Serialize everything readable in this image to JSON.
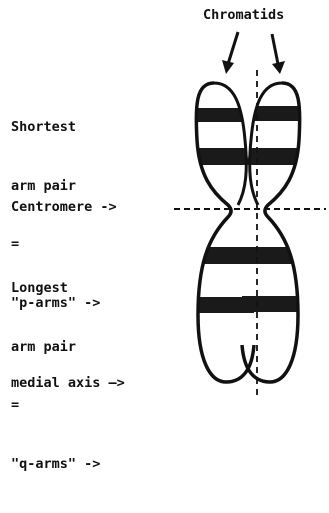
{
  "labels": {
    "chromatids": "Chromatids",
    "p_arms": [
      "Shortest",
      "arm pair",
      "=",
      "\"p-arms\" ->"
    ],
    "centromere": "Centromere ->",
    "q_arms": [
      "Longest",
      "arm pair",
      "=",
      "\"q-arms\" ->"
    ],
    "medial_axis": "medial axis —>"
  },
  "colors": {
    "ink": "#111111",
    "band": "#1a1a1a",
    "background": "#ffffff"
  }
}
